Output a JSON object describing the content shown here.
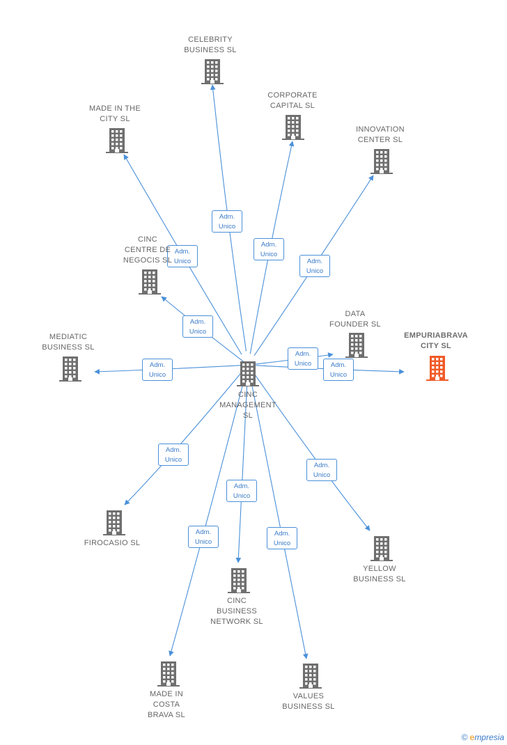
{
  "colors": {
    "edge": "#4a90d9",
    "building": "#6f6f6f",
    "building_highlight": "#f05a28"
  },
  "center": {
    "id": "center",
    "label": "CINC\nMANAGEMENT\nSL"
  },
  "nodes": [
    {
      "id": "celebrity",
      "label": "CELEBRITY\nBUSINESS SL",
      "highlight": false
    },
    {
      "id": "corporate",
      "label": "CORPORATE\nCAPITAL SL",
      "highlight": false
    },
    {
      "id": "madecity",
      "label": "MADE IN THE\nCITY SL",
      "highlight": false
    },
    {
      "id": "innovation",
      "label": "INNOVATION\nCENTER SL",
      "highlight": false
    },
    {
      "id": "centre",
      "label": "CINC\nCENTRE DE\nNEGOCIS SL",
      "highlight": false
    },
    {
      "id": "datafounder",
      "label": "DATA\nFOUNDER SL",
      "highlight": false
    },
    {
      "id": "empuriabrava",
      "label": "EMPURIABRAVA\nCITY SL",
      "highlight": true
    },
    {
      "id": "mediatic",
      "label": "MEDIATIC\nBUSINESS SL",
      "highlight": false
    },
    {
      "id": "firocasio",
      "label": "FIROCASIO SL",
      "highlight": false
    },
    {
      "id": "yellow",
      "label": "YELLOW\nBUSINESS SL",
      "highlight": false
    },
    {
      "id": "network",
      "label": "CINC\nBUSINESS\nNETWORK SL",
      "highlight": false
    },
    {
      "id": "costabrava",
      "label": "MADE IN\nCOSTA\nBRAVA SL",
      "highlight": false
    },
    {
      "id": "values",
      "label": "VALUES\nBUSINESS SL",
      "highlight": false
    }
  ],
  "edges": [
    {
      "to": "celebrity",
      "label": "Adm.\nUnico"
    },
    {
      "to": "corporate",
      "label": "Adm.\nUnico"
    },
    {
      "to": "madecity",
      "label": "Adm.\nUnico"
    },
    {
      "to": "innovation",
      "label": "Adm.\nUnico"
    },
    {
      "to": "centre",
      "label": "Adm.\nUnico"
    },
    {
      "to": "datafounder",
      "label": "Adm.\nUnico"
    },
    {
      "to": "empuriabrava",
      "label": "Adm.\nUnico"
    },
    {
      "to": "mediatic",
      "label": "Adm.\nUnico"
    },
    {
      "to": "firocasio",
      "label": "Adm.\nUnico"
    },
    {
      "to": "yellow",
      "label": "Adm.\nUnico"
    },
    {
      "to": "network",
      "label": "Adm.\nUnico"
    },
    {
      "to": "costabrava",
      "label": "Adm.\nUnico"
    },
    {
      "to": "values",
      "label": "Adm.\nUnico"
    }
  ],
  "brand": {
    "copyright": "©",
    "name": "mpresia",
    "initial": "e"
  }
}
